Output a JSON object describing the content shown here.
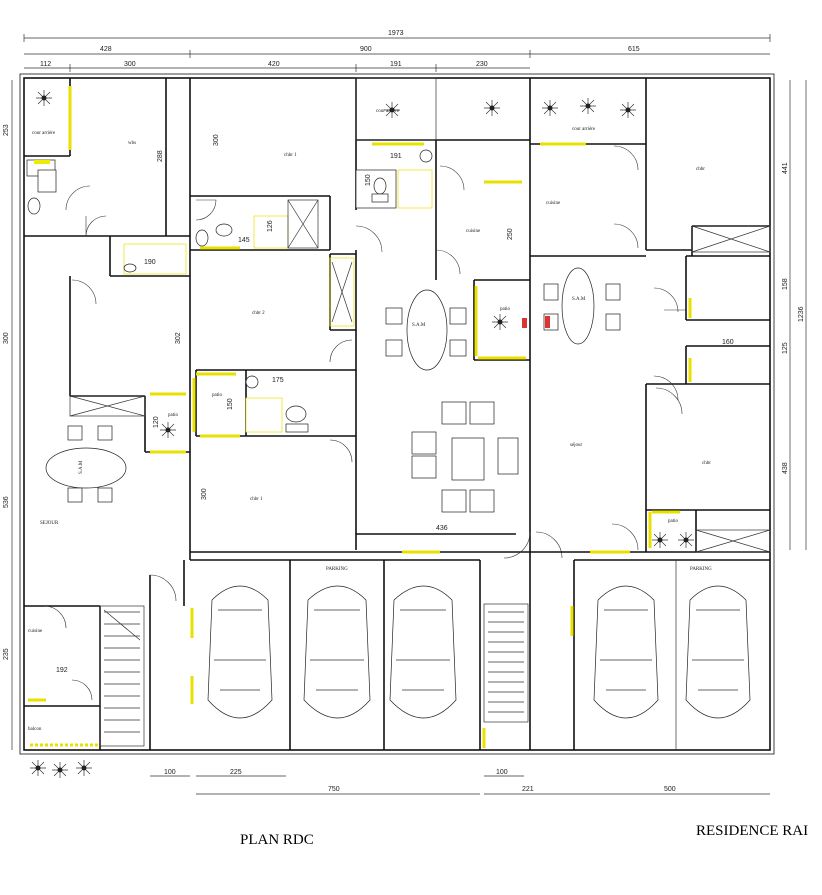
{
  "titles": {
    "plan": "PLAN RDC",
    "residence": "RESIDENCE RAI"
  },
  "dimensions": {
    "total_width": "1973",
    "top_sections": [
      "428",
      "900",
      "615"
    ],
    "top_sub": [
      "112",
      "300",
      "420",
      "191",
      "230"
    ],
    "left": [
      "253",
      "300",
      "536",
      "235"
    ],
    "right": [
      "441",
      "158",
      "125",
      "438"
    ],
    "right_total": "1236",
    "bottom": [
      "100",
      "225",
      "750",
      "100",
      "221",
      "500"
    ],
    "inner": [
      "288",
      "300",
      "191",
      "150",
      "145",
      "126",
      "190",
      "250",
      "302",
      "175",
      "150",
      "120",
      "300",
      "436",
      "160",
      "192"
    ]
  },
  "rooms": {
    "cour_arriere_1": "cour arrière",
    "cour_arriere_2": "cour arrière",
    "cour_arriere_3": "cour arrière",
    "wc": "wbs",
    "chbr1": "chbr 1",
    "chbr2": "chbr 2",
    "chbr3": "chbr 1",
    "chbr_right_top": "chbr",
    "chbr_right_bottom": "chbr",
    "cuisine_mid": "cuisine",
    "cuisine_right": "cuisine",
    "cuisine_left": "cuisine",
    "sam_mid": "S.A.M",
    "sam_right": "S.A.M",
    "sam_left": "S.A.M",
    "patio_1": "patio",
    "patio_2": "patio",
    "patio_3": "patio",
    "patio_4": "patio",
    "sejour_left": "SEJOUR",
    "sejour_right": "séjour",
    "parking_1": "PARKING",
    "parking_2": "PARKING",
    "balcon": "balcon"
  }
}
